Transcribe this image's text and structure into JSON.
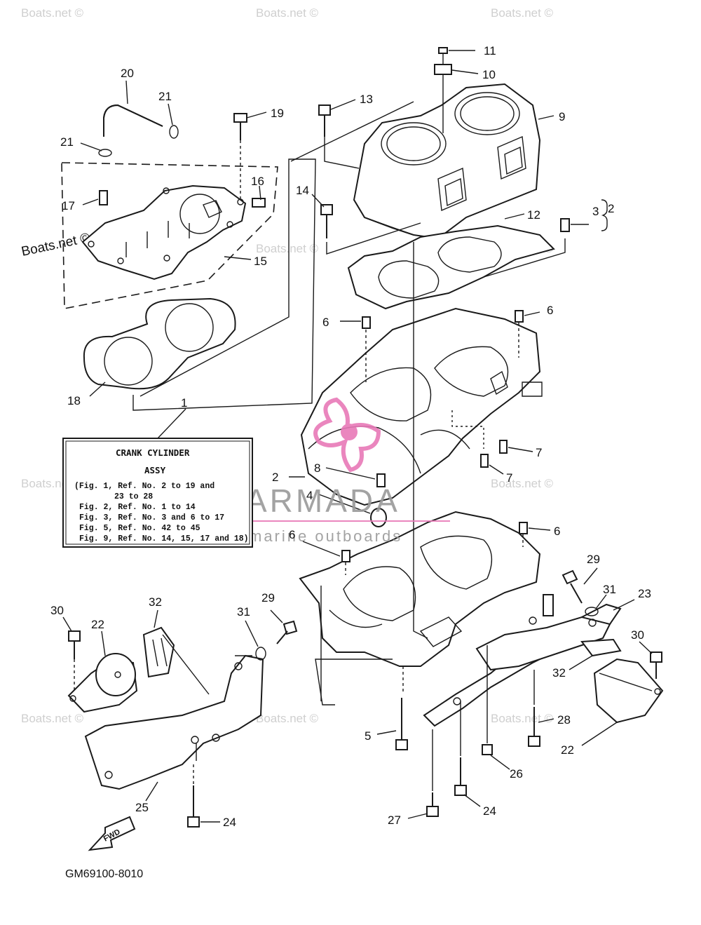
{
  "watermarks": {
    "text": "Boats.net ©",
    "text_plain": "Boats.net"
  },
  "brand": {
    "name": "ARMADA",
    "tagline": "marine outboards",
    "color": "#e87ab8"
  },
  "assembly_box": {
    "title": "CRANK CYLINDER",
    "subtitle": "ASSY",
    "lines": [
      "(Fig. 1, Ref. No. 2 to 19 and",
      "23 to 28",
      "Fig. 2, Ref. No. 1 to 14",
      "Fig. 3, Ref. No. 3 and 6 to 17",
      "Fig. 5, Ref. No. 42 to 45",
      "Fig. 9, Ref. No. 14, 15, 17 and 18)"
    ]
  },
  "fwd_label": "FWD",
  "diagram_code": "GM69100-8010",
  "callouts": {
    "c1": "1",
    "c2a": "2",
    "c2b": "2",
    "c3": "3",
    "c4": "4",
    "c5": "5",
    "c6a": "6",
    "c6b": "6",
    "c6c": "6",
    "c6d": "6",
    "c7a": "7",
    "c7b": "7",
    "c8": "8",
    "c9": "9",
    "c10": "10",
    "c11": "11",
    "c12": "12",
    "c13": "13",
    "c14": "14",
    "c15": "15",
    "c16": "16",
    "c17": "17",
    "c18": "18",
    "c19": "19",
    "c20": "20",
    "c21a": "21",
    "c21b": "21",
    "c22a": "22",
    "c22b": "22",
    "c23": "23",
    "c24a": "24",
    "c24b": "24",
    "c25": "25",
    "c26": "26",
    "c27": "27",
    "c28": "28",
    "c29a": "29",
    "c29b": "29",
    "c30a": "30",
    "c30b": "30",
    "c31a": "31",
    "c31b": "31",
    "c32a": "32",
    "c32b": "32"
  }
}
